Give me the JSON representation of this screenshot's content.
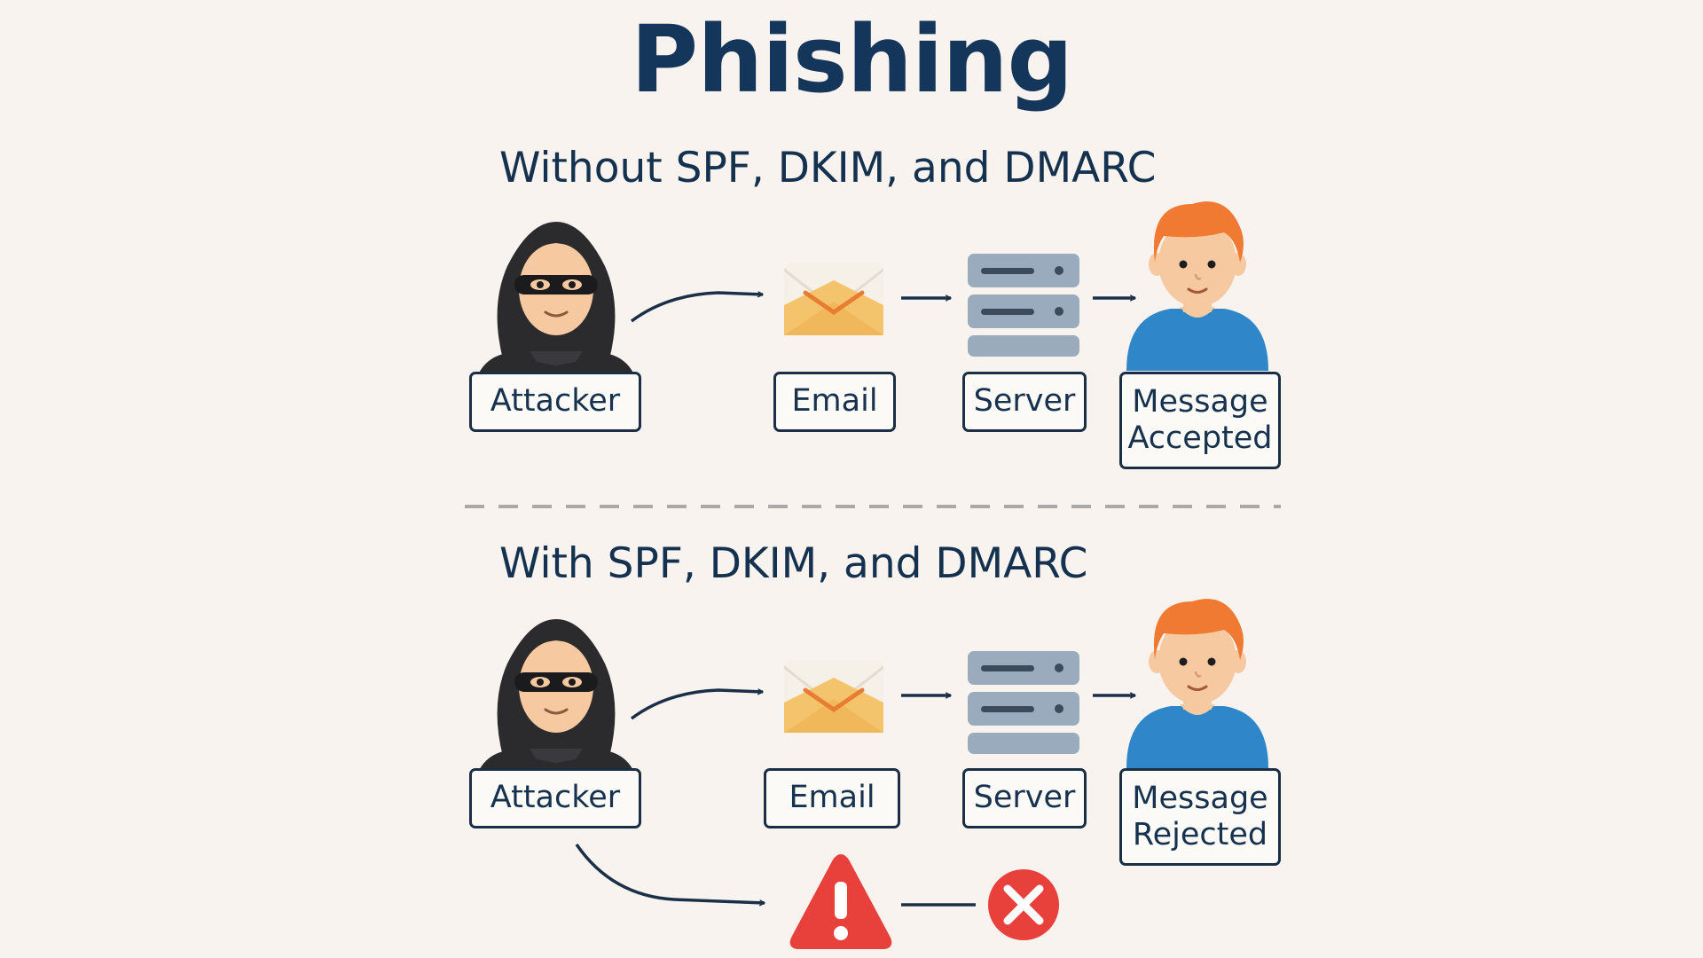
{
  "title": "Phishing",
  "sections": [
    {
      "heading": "Without SPF, DKIM, and DMARC",
      "labels": {
        "attacker": "Attacker",
        "email": "Email",
        "server": "Server",
        "result": "Message\nAccepted"
      }
    },
    {
      "heading": "With SPF, DKIM, and DMARC",
      "labels": {
        "attacker": "Attacker",
        "email": "Email",
        "server": "Server",
        "result": "Message\nRejected"
      }
    }
  ],
  "icons": {
    "attacker": "hooded-hacker-icon",
    "email": "envelope-icon",
    "server": "server-rack-icon",
    "recipient": "user-avatar-icon",
    "warning": "warning-triangle-icon",
    "blocked": "red-x-circle-icon"
  },
  "colors": {
    "background": "#f8f3ee",
    "title": "#14365a",
    "hood": "#2b2b2e",
    "skin": "#f7c9a0",
    "hair": "#f07a32",
    "shirt": "#2f86c8",
    "envelope": "#f4c46c",
    "server": "#8fa0b3",
    "warning": "#e8413c"
  }
}
